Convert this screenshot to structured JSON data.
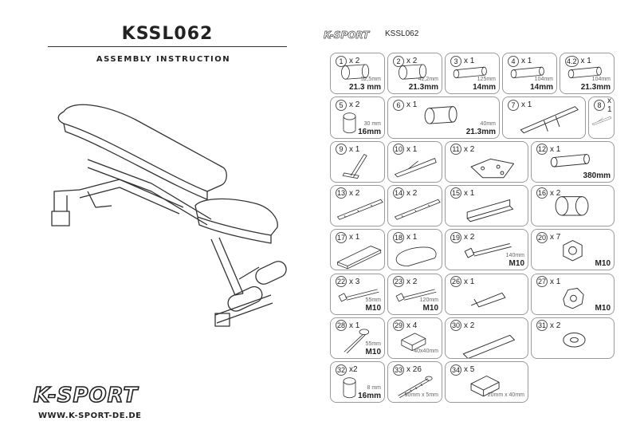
{
  "header": {
    "model": "KSSL062",
    "subtitle": "ASSEMBLY INSTRUCTION",
    "model_small": "KSSL062",
    "website": "WWW.K-SPORT-DE.DE",
    "brand": "K-SPORT"
  },
  "colors": {
    "line": "#333333",
    "border": "#9a9a9a",
    "text": "#222222"
  },
  "parts": [
    {
      "num": "1",
      "qty": "x 2",
      "dim": "52,5mm",
      "big": "21.3 mm",
      "icon": "tube-icon"
    },
    {
      "num": "2",
      "qty": "x 2",
      "dim": "42,2mm",
      "big": "21.3mm",
      "icon": "tube-icon"
    },
    {
      "num": "3",
      "qty": "x 1",
      "dim": "125mm",
      "big": "14mm",
      "icon": "rod-icon"
    },
    {
      "num": "4",
      "qty": "x 1",
      "dim": "104mm",
      "big": "14mm",
      "icon": "rod-icon"
    },
    {
      "num": "4.2",
      "qty": "x 1",
      "dim": "104mm",
      "big": "21.3mm",
      "icon": "rod-icon"
    },
    {
      "num": "5",
      "qty": "x 2",
      "dim": "30 mm",
      "big": "16mm",
      "icon": "sleeve-icon"
    },
    {
      "num": "6",
      "qty": "x 1",
      "dim": "40mm",
      "big": "21.3mm",
      "icon": "tube-icon"
    },
    {
      "num": "7",
      "qty": "x 1",
      "dim": "",
      "big": "",
      "icon": "bar-icon"
    },
    {
      "num": "8",
      "qty": "x 1",
      "dim": "",
      "big": "",
      "icon": "bracket-icon"
    },
    {
      "num": "9",
      "qty": "x 1",
      "dim": "",
      "big": "",
      "icon": "t-frame-icon"
    },
    {
      "num": "10",
      "qty": "x 1",
      "dim": "",
      "big": "",
      "icon": "bracket-icon"
    },
    {
      "num": "11",
      "qty": "x 2",
      "dim": "",
      "big": "",
      "icon": "plate-icon"
    },
    {
      "num": "12",
      "qty": "x 1",
      "dim": "",
      "big": "380mm",
      "icon": "rod-icon"
    },
    {
      "num": "13",
      "qty": "x 2",
      "dim": "",
      "big": "",
      "icon": "rail-icon"
    },
    {
      "num": "14",
      "qty": "x 2",
      "dim": "",
      "big": "",
      "icon": "rail-icon"
    },
    {
      "num": "15",
      "qty": "x 1",
      "dim": "",
      "big": "",
      "icon": "channel-icon"
    },
    {
      "num": "16",
      "qty": "x 2",
      "dim": "",
      "big": "",
      "icon": "foam-roller-icon"
    },
    {
      "num": "17",
      "qty": "x 1",
      "dim": "",
      "big": "",
      "icon": "backrest-icon"
    },
    {
      "num": "18",
      "qty": "x 1",
      "dim": "",
      "big": "",
      "icon": "seat-icon"
    },
    {
      "num": "19",
      "qty": "x 2",
      "dim": "140mm",
      "big": "M10",
      "icon": "bolt-icon"
    },
    {
      "num": "20",
      "qty": "x 7",
      "dim": "",
      "big": "M10",
      "icon": "nut-icon"
    },
    {
      "num": "22",
      "qty": "x 3",
      "dim": "55mm",
      "big": "M10",
      "icon": "bolt-icon"
    },
    {
      "num": "23",
      "qty": "x 2",
      "dim": "120mm",
      "big": "M10",
      "icon": "bolt-icon"
    },
    {
      "num": "26",
      "qty": "x 1",
      "dim": "",
      "big": "",
      "icon": "pin-icon"
    },
    {
      "num": "27",
      "qty": "x 1",
      "dim": "",
      "big": "M10",
      "icon": "knob-icon"
    },
    {
      "num": "28",
      "qty": "x 1",
      "dim": "55mm",
      "big": "M10",
      "icon": "knob-bolt-icon"
    },
    {
      "num": "29",
      "qty": "x 4",
      "dim": "40x40mm",
      "big": "",
      "icon": "end-cap-icon"
    },
    {
      "num": "30",
      "qty": "x 2",
      "dim": "",
      "big": "",
      "icon": "sticker-icon"
    },
    {
      "num": "31",
      "qty": "x 2",
      "dim": "",
      "big": "",
      "icon": "washer-icon"
    },
    {
      "num": "32",
      "qty": "x2",
      "dim": "8 mm",
      "big": "16mm",
      "icon": "sleeve-icon"
    },
    {
      "num": "33",
      "qty": "x 26",
      "dim": "50mm x 5mm",
      "big": "",
      "icon": "screw-icon"
    },
    {
      "num": "34",
      "qty": "x 5",
      "dim": "20mm x 40mm",
      "big": "",
      "icon": "end-cap-icon"
    }
  ]
}
